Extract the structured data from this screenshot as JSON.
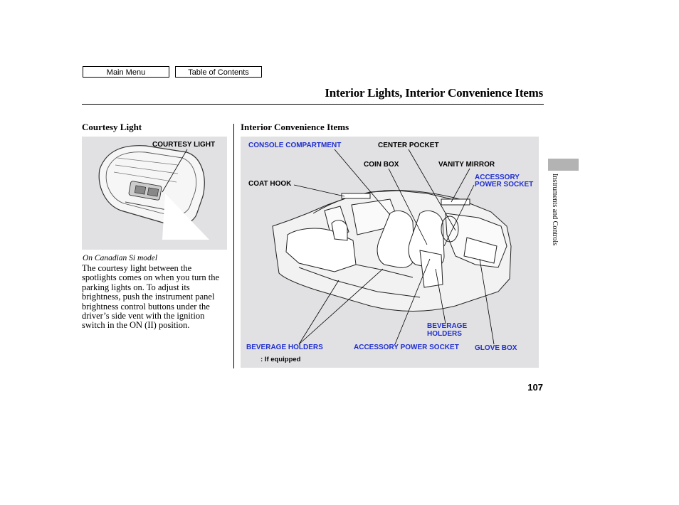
{
  "nav": {
    "main_menu": "Main Menu",
    "table_of_contents": "Table of Contents"
  },
  "page": {
    "title": "Interior Lights, Interior Convenience Items",
    "number": "107",
    "side_tab": "Instruments and Controls"
  },
  "courtesy": {
    "heading": "Courtesy Light",
    "callout": "COURTESY LIGHT",
    "caption": "On Canadian Si model",
    "body": "The courtesy light between the spotlights comes on when you turn the parking lights on. To adjust its brightness, push the instrument panel brightness control buttons under the driver’s side vent with the ignition switch in the ON (II) position."
  },
  "convenience": {
    "heading": "Interior Convenience Items",
    "labels": {
      "console_compartment": "CONSOLE COMPARTMENT",
      "center_pocket": "CENTER POCKET",
      "coin_box": "COIN BOX",
      "vanity_mirror": "VANITY MIRROR",
      "coat_hook": "COAT HOOK",
      "accessory_power_socket_top_1": "ACCESSORY",
      "accessory_power_socket_top_2": "POWER SOCKET",
      "beverage_holders_right_1": "BEVERAGE",
      "beverage_holders_right_2": "HOLDERS",
      "beverage_holders": "BEVERAGE HOLDERS",
      "accessory_power_socket": "ACCESSORY POWER SOCKET",
      "glove_box": "GLOVE BOX"
    },
    "footnote": ": If equipped"
  },
  "colors": {
    "blue_label": "#1f2ed0",
    "panel_bg": "#e1e1e3",
    "side_tab": "#b3b3b3"
  }
}
